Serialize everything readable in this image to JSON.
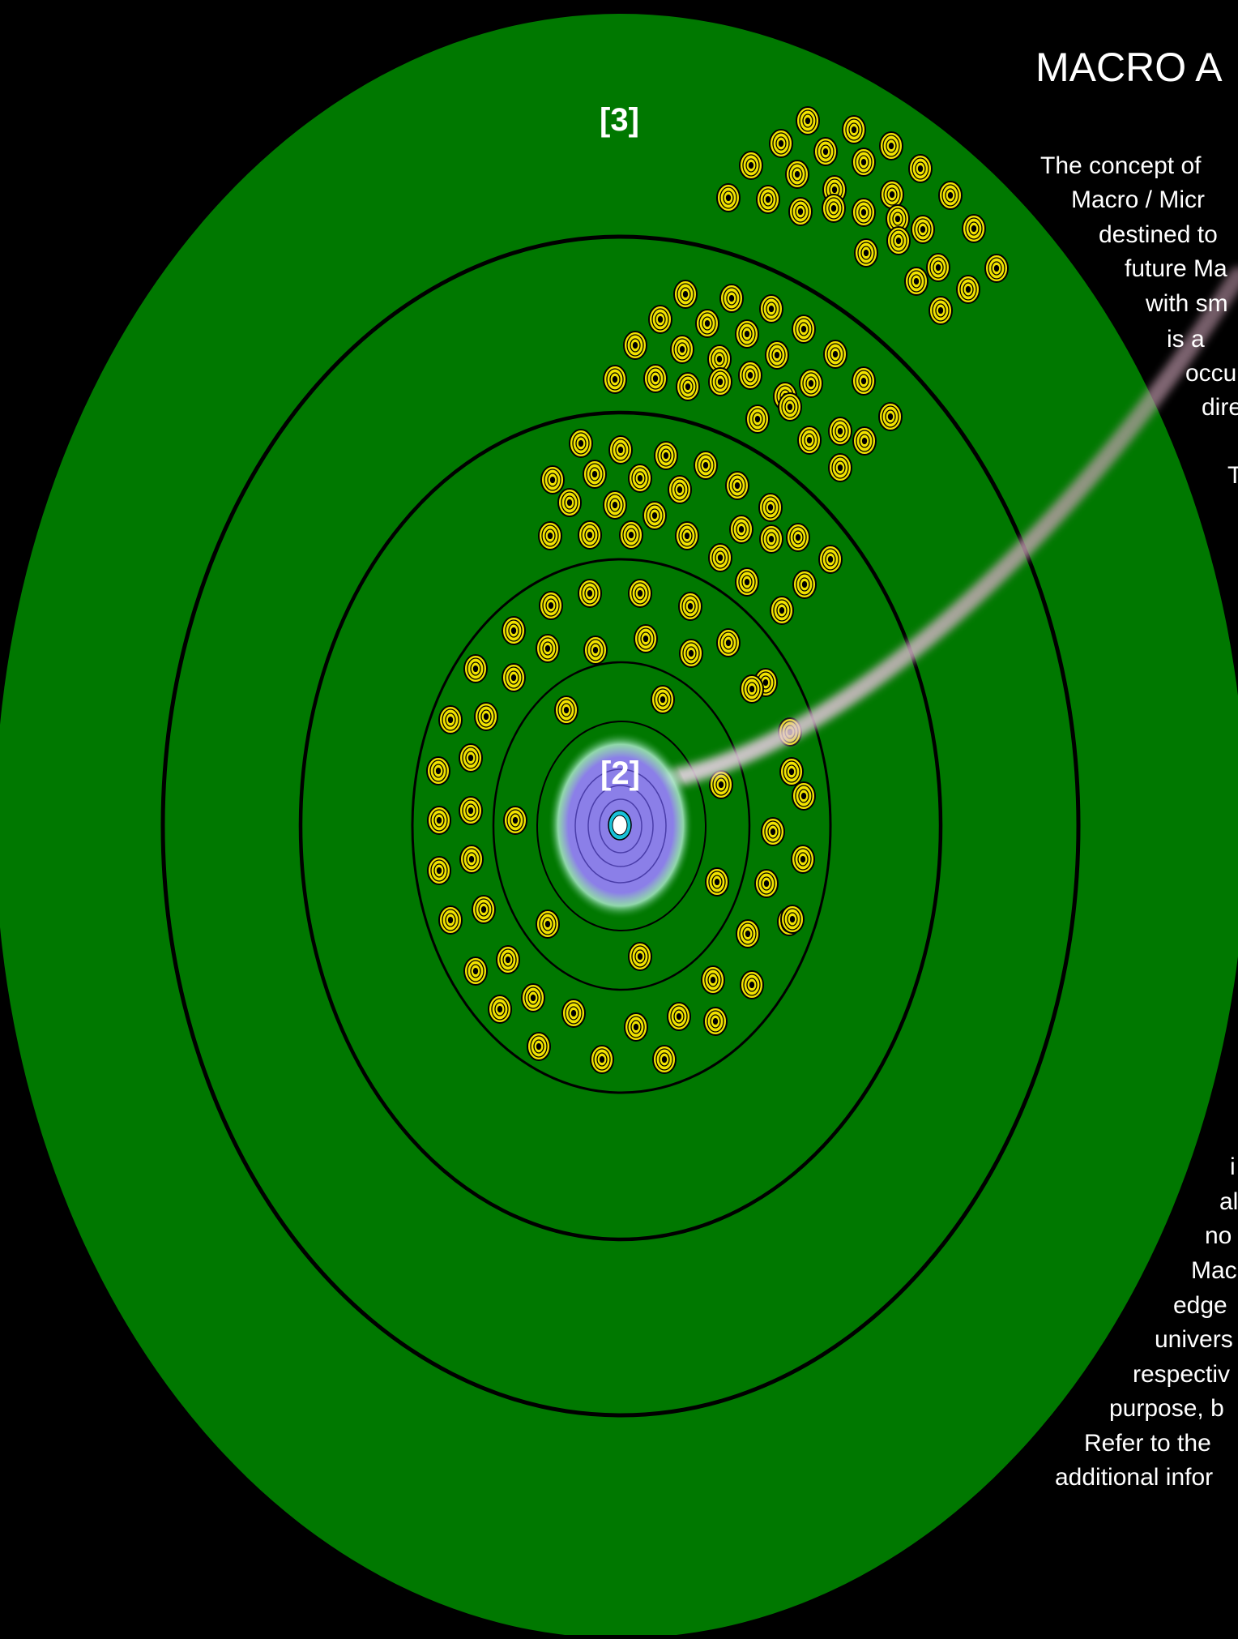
{
  "title": "MACRO A",
  "labels": {
    "ring_3": "[3]",
    "ring_2": "[2]"
  },
  "text_top": [
    "The  concept  of",
    "Macro  /  Micr",
    "destined  to",
    "future Ma",
    "with sm",
    "is  a",
    "occu",
    "dire",
    "T"
  ],
  "text_bottom": [
    "i",
    "al",
    "no",
    "Mac",
    "edge",
    "univers",
    "respectiv",
    "purpose, b",
    "Refer  to  the",
    "additional infor"
  ],
  "colors": {
    "background": "#000000",
    "outer_field": "#007800",
    "cell_fill": "#f2e300",
    "core_glow": "#8b7fe8",
    "core_center": "#ffffff",
    "core_ring": "#19c2d8",
    "beam": "#c9a0b4"
  }
}
